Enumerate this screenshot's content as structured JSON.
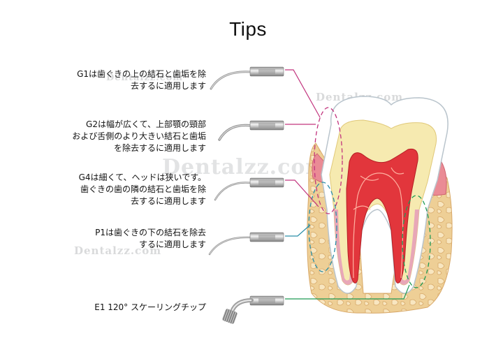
{
  "title": "Tips",
  "watermark": "Dentalzz.com",
  "tips": [
    {
      "name": "G1",
      "line1": "G1は歯ぐきの上の結石と歯垢を除",
      "line2": "去するに適用します",
      "line3": ""
    },
    {
      "name": "G2",
      "line1": "G2は幅が広くて、上部顎の頸部",
      "line2": "および舌側のより大きい結石と歯垢",
      "line3": "を除去するに適用します"
    },
    {
      "name": "G4",
      "line1": "G4は細くて、ヘッドは狭いです。",
      "line2": "歯ぐきの歯の隣の結石と歯垢を除",
      "line3": "去するに適用します"
    },
    {
      "name": "P1",
      "line1": "P1は歯ぐきの下の結石を除去",
      "line2": "するに適用します",
      "line3": ""
    },
    {
      "name": "E1",
      "line1": "E1 120° スケーリングチップ",
      "line2": "",
      "line3": ""
    }
  ],
  "colors": {
    "magenta": "#c2347e",
    "teal": "#2a8ea8",
    "green": "#1e9a55",
    "pulp": "#e2363c",
    "dentin": "#f6eab0",
    "bone": "#eecf96",
    "gum": "#e98a93"
  }
}
